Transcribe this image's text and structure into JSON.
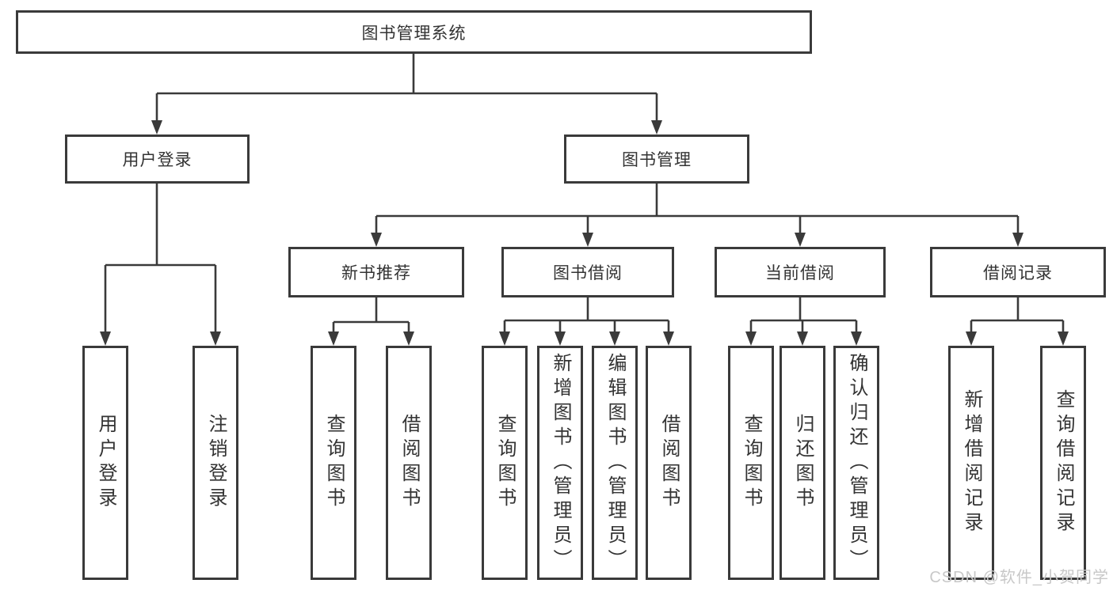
{
  "diagram": {
    "type": "hierarchy-tree",
    "colors": {
      "line": "#3a3a3a",
      "text": "#333333",
      "box_fill": "#ffffff",
      "watermark": "#c8c8c8",
      "background": "#ffffff"
    },
    "watermark": "CSDN @软件_小贺同学",
    "nodes": {
      "root": {
        "label": "图书管理系统"
      },
      "level1": [
        {
          "label": "用户登录"
        },
        {
          "label": "图书管理"
        }
      ],
      "level2": [
        {
          "label": "新书推荐"
        },
        {
          "label": "图书借阅"
        },
        {
          "label": "当前借阅"
        },
        {
          "label": "借阅记录"
        }
      ],
      "leaves": {
        "user_login": [
          "用户登录",
          "注销登录"
        ],
        "new_book": [
          "查询图书",
          "借阅图书"
        ],
        "book_borrow": [
          "查询图书",
          "新增图书（管理员）",
          "编辑图书（管理员）",
          "借阅图书"
        ],
        "current_borrow": [
          "查询图书",
          "归还图书",
          "确认归还（管理员）"
        ],
        "borrow_record": [
          "新增借阅记录",
          "查询借阅记录"
        ]
      }
    }
  }
}
